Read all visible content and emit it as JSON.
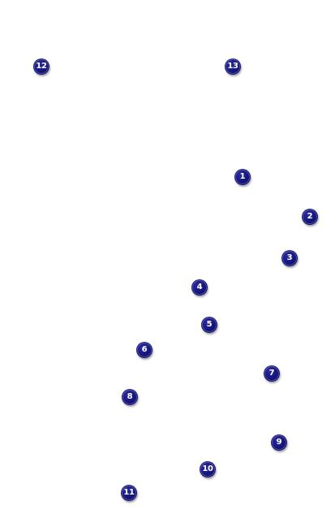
{
  "markers": [
    {
      "label": "1"
    },
    {
      "label": "2"
    },
    {
      "label": "3"
    },
    {
      "label": "4"
    },
    {
      "label": "5"
    },
    {
      "label": "6"
    },
    {
      "label": "7"
    },
    {
      "label": "8"
    },
    {
      "label": "9"
    },
    {
      "label": "10"
    },
    {
      "label": "11"
    },
    {
      "label": "12"
    },
    {
      "label": "13"
    }
  ],
  "colors": {
    "marker_fill": "#13137a",
    "marker_text": "#ffffff",
    "background": "#ffffff"
  }
}
